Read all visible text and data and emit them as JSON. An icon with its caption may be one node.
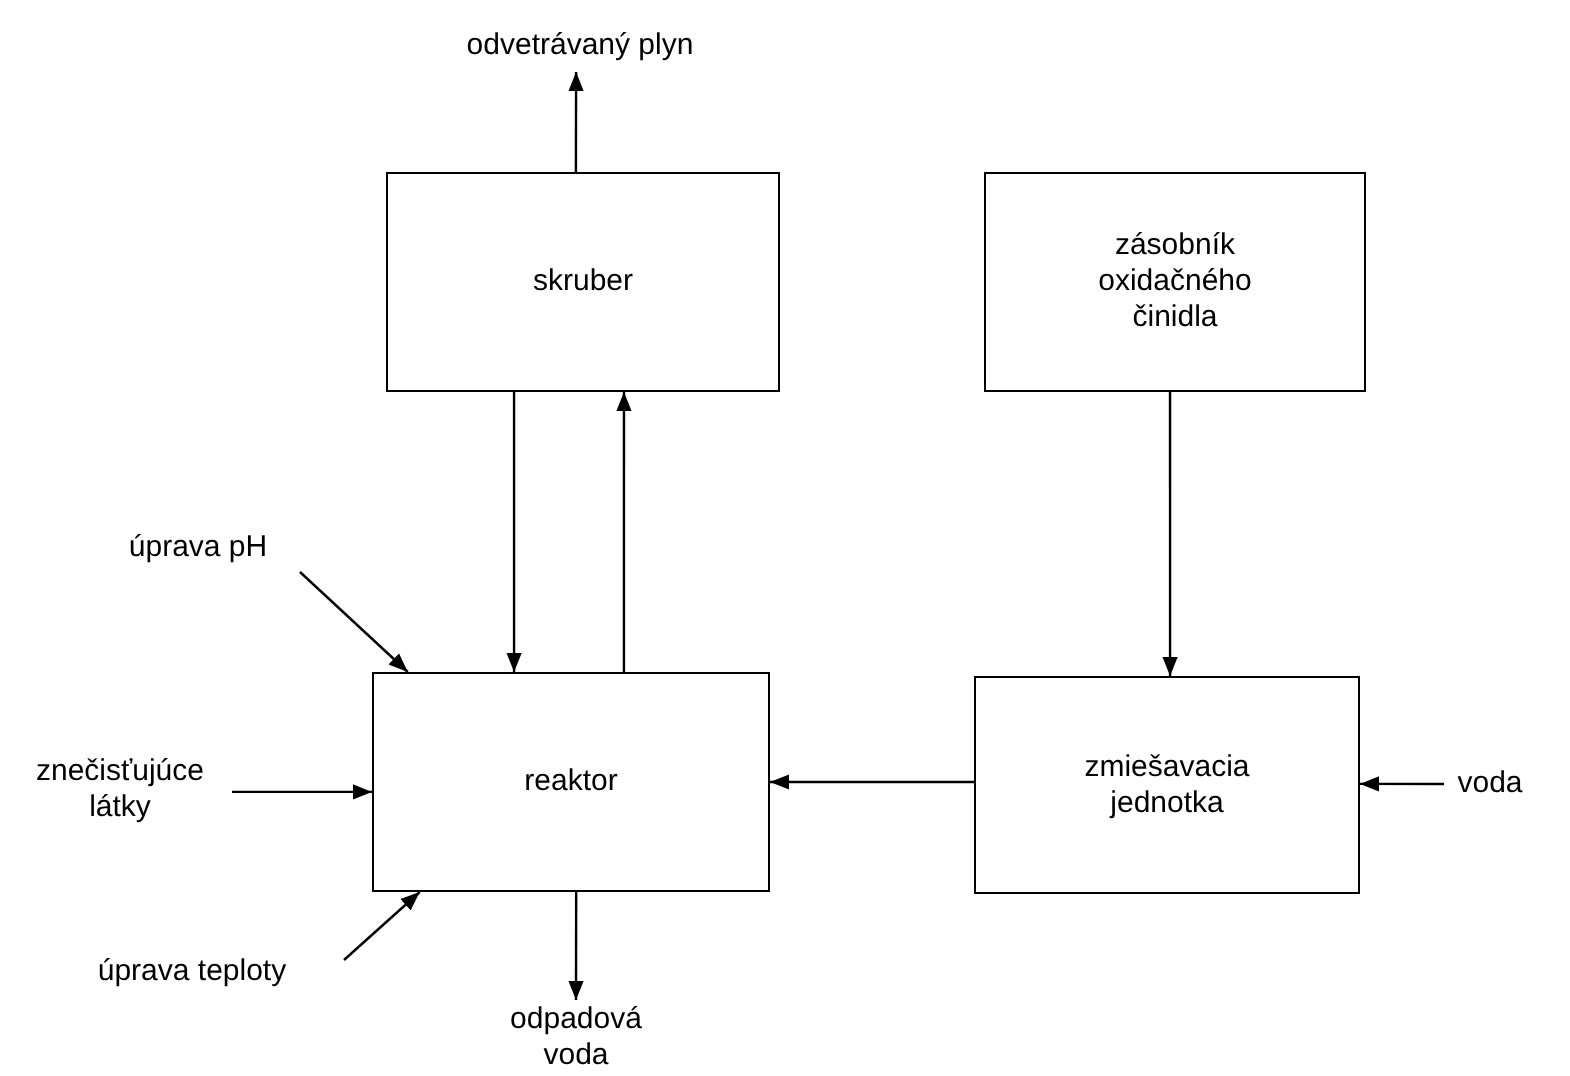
{
  "diagram": {
    "nodes": [
      {
        "text": [
          "odvetrávaný plyn"
        ]
      },
      {
        "text": [
          "skruber"
        ]
      },
      {
        "text": [
          "zásobník oxidačného činidla"
        ]
      },
      {
        "text": [
          "úprava pH"
        ]
      },
      {
        "text": [
          "znečisťujúce látky"
        ]
      },
      {
        "text": [
          "reaktor"
        ]
      },
      {
        "text": [
          "zmiešavacia jednotka"
        ]
      },
      {
        "text": [
          "voda"
        ]
      },
      {
        "text": [
          "úprava teploty"
        ]
      },
      {
        "text": [
          "odpadová voda"
        ]
      }
    ],
    "edges": [
      {
        "from": 1,
        "to": 0,
        "arrow": "to"
      },
      {
        "from": 1,
        "to": 5,
        "arrow": "to"
      },
      {
        "from": 5,
        "to": 1,
        "arrow": "to"
      },
      {
        "from": 2,
        "to": 6,
        "arrow": "to"
      },
      {
        "from": 6,
        "to": 5,
        "arrow": "to"
      },
      {
        "from": 7,
        "to": 6,
        "arrow": "to"
      },
      {
        "from": 3,
        "to": 5,
        "arrow": "to"
      },
      {
        "from": 4,
        "to": 5,
        "arrow": "to"
      },
      {
        "from": 8,
        "to": 5,
        "arrow": "to"
      },
      {
        "from": 5,
        "to": 9,
        "arrow": "to"
      }
    ]
  }
}
